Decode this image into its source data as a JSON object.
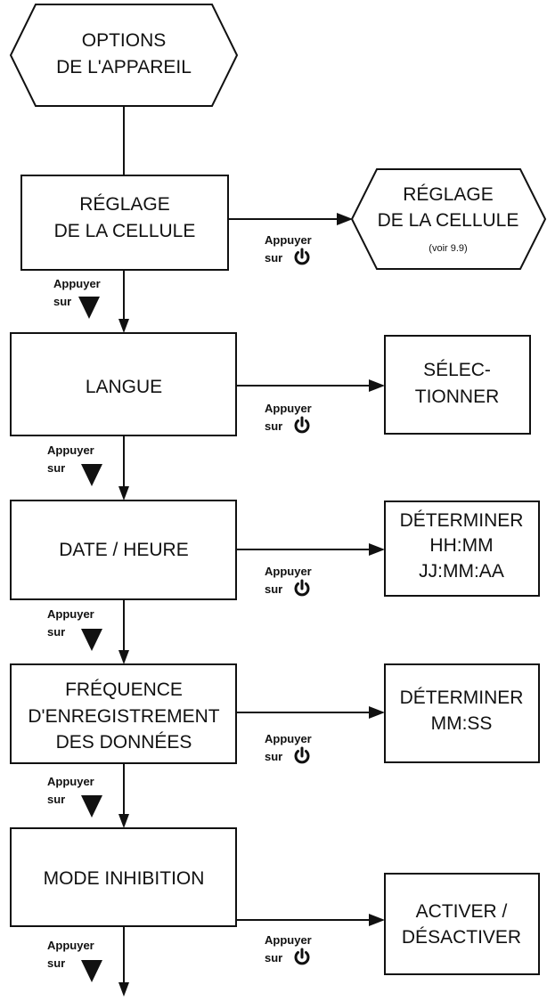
{
  "start": {
    "line1": "OPTIONS",
    "line2": "DE L'APPAREIL"
  },
  "cell": {
    "box": {
      "line1": "RÉGLAGE",
      "line2": "DE LA CELLULE"
    },
    "result": {
      "line1": "RÉGLAGE",
      "line2": "DE LA CELLULE",
      "note": "(voir 9.9)"
    }
  },
  "language": {
    "box": "LANGUE",
    "result": {
      "line1": "SÉLEC-",
      "line2": "TIONNER"
    }
  },
  "datetime": {
    "box": "DATE / HEURE",
    "result": {
      "line1": "DÉTERMINER",
      "line2": "HH:MM",
      "line3": "JJ:MM:AA"
    }
  },
  "logging": {
    "box": {
      "line1": "FRÉQUENCE",
      "line2": "D'ENREGISTREMENT",
      "line3": "DES DONNÉES"
    },
    "result": {
      "line1": "DÉTERMINER",
      "line2": "MM:SS"
    }
  },
  "inhibit": {
    "box": "MODE INHIBITION",
    "result": {
      "line1": "ACTIVER /",
      "line2": "DÉSACTIVER"
    }
  },
  "labels": {
    "press": "Appuyer",
    "on": "sur"
  },
  "icons": {
    "power": "power-icon",
    "down": "down-triangle-icon"
  }
}
